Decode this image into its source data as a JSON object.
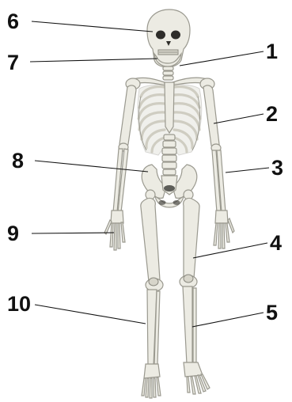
{
  "labels": [
    {
      "id": "1",
      "text": "1"
    },
    {
      "id": "2",
      "text": "2"
    },
    {
      "id": "3",
      "text": "3"
    },
    {
      "id": "4",
      "text": "4"
    },
    {
      "id": "5",
      "text": "5"
    },
    {
      "id": "6",
      "text": "6"
    },
    {
      "id": "7",
      "text": "7"
    },
    {
      "id": "8",
      "text": "8"
    },
    {
      "id": "9",
      "text": "9"
    },
    {
      "id": "10",
      "text": "10"
    }
  ],
  "colors": {
    "bone": "#ecebe3",
    "bone_shade": "#d7d5ca",
    "outline": "#9a998f",
    "label": "#111111"
  }
}
